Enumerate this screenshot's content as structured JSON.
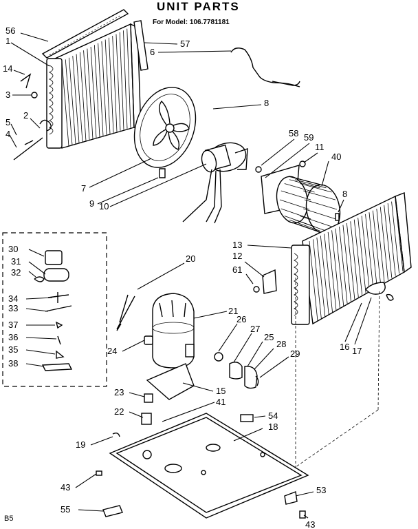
{
  "title": "UNIT PARTS",
  "subtitle": "For Model:  106.7781181",
  "page_mark": "B5",
  "callouts": [
    {
      "id": "56",
      "label": "56"
    },
    {
      "id": "1",
      "label": "1"
    },
    {
      "id": "14",
      "label": "14"
    },
    {
      "id": "3",
      "label": "3"
    },
    {
      "id": "2",
      "label": "2"
    },
    {
      "id": "5",
      "label": "5"
    },
    {
      "id": "4",
      "label": "4"
    },
    {
      "id": "57",
      "label": "57"
    },
    {
      "id": "6",
      "label": "6"
    },
    {
      "id": "8a",
      "label": "8"
    },
    {
      "id": "58",
      "label": "58"
    },
    {
      "id": "59",
      "label": "59"
    },
    {
      "id": "11",
      "label": "11"
    },
    {
      "id": "40",
      "label": "40"
    },
    {
      "id": "8b",
      "label": "8"
    },
    {
      "id": "7",
      "label": "7"
    },
    {
      "id": "9",
      "label": "9"
    },
    {
      "id": "10",
      "label": "10"
    },
    {
      "id": "13",
      "label": "13"
    },
    {
      "id": "12",
      "label": "12"
    },
    {
      "id": "61",
      "label": "61"
    },
    {
      "id": "30",
      "label": "30"
    },
    {
      "id": "31",
      "label": "31"
    },
    {
      "id": "32",
      "label": "32"
    },
    {
      "id": "34",
      "label": "34"
    },
    {
      "id": "33",
      "label": "33"
    },
    {
      "id": "37",
      "label": "37"
    },
    {
      "id": "36",
      "label": "36"
    },
    {
      "id": "35",
      "label": "35"
    },
    {
      "id": "38",
      "label": "38"
    },
    {
      "id": "20",
      "label": "20"
    },
    {
      "id": "21",
      "label": "21"
    },
    {
      "id": "26",
      "label": "26"
    },
    {
      "id": "27",
      "label": "27"
    },
    {
      "id": "25",
      "label": "25"
    },
    {
      "id": "28",
      "label": "28"
    },
    {
      "id": "29",
      "label": "29"
    },
    {
      "id": "24",
      "label": "24"
    },
    {
      "id": "16",
      "label": "16"
    },
    {
      "id": "17",
      "label": "17"
    },
    {
      "id": "15",
      "label": "15"
    },
    {
      "id": "23",
      "label": "23"
    },
    {
      "id": "41",
      "label": "41"
    },
    {
      "id": "22",
      "label": "22"
    },
    {
      "id": "54",
      "label": "54"
    },
    {
      "id": "18",
      "label": "18"
    },
    {
      "id": "19",
      "label": "19"
    },
    {
      "id": "43a",
      "label": "43"
    },
    {
      "id": "53",
      "label": "53"
    },
    {
      "id": "55",
      "label": "55"
    },
    {
      "id": "43b",
      "label": "43"
    }
  ]
}
